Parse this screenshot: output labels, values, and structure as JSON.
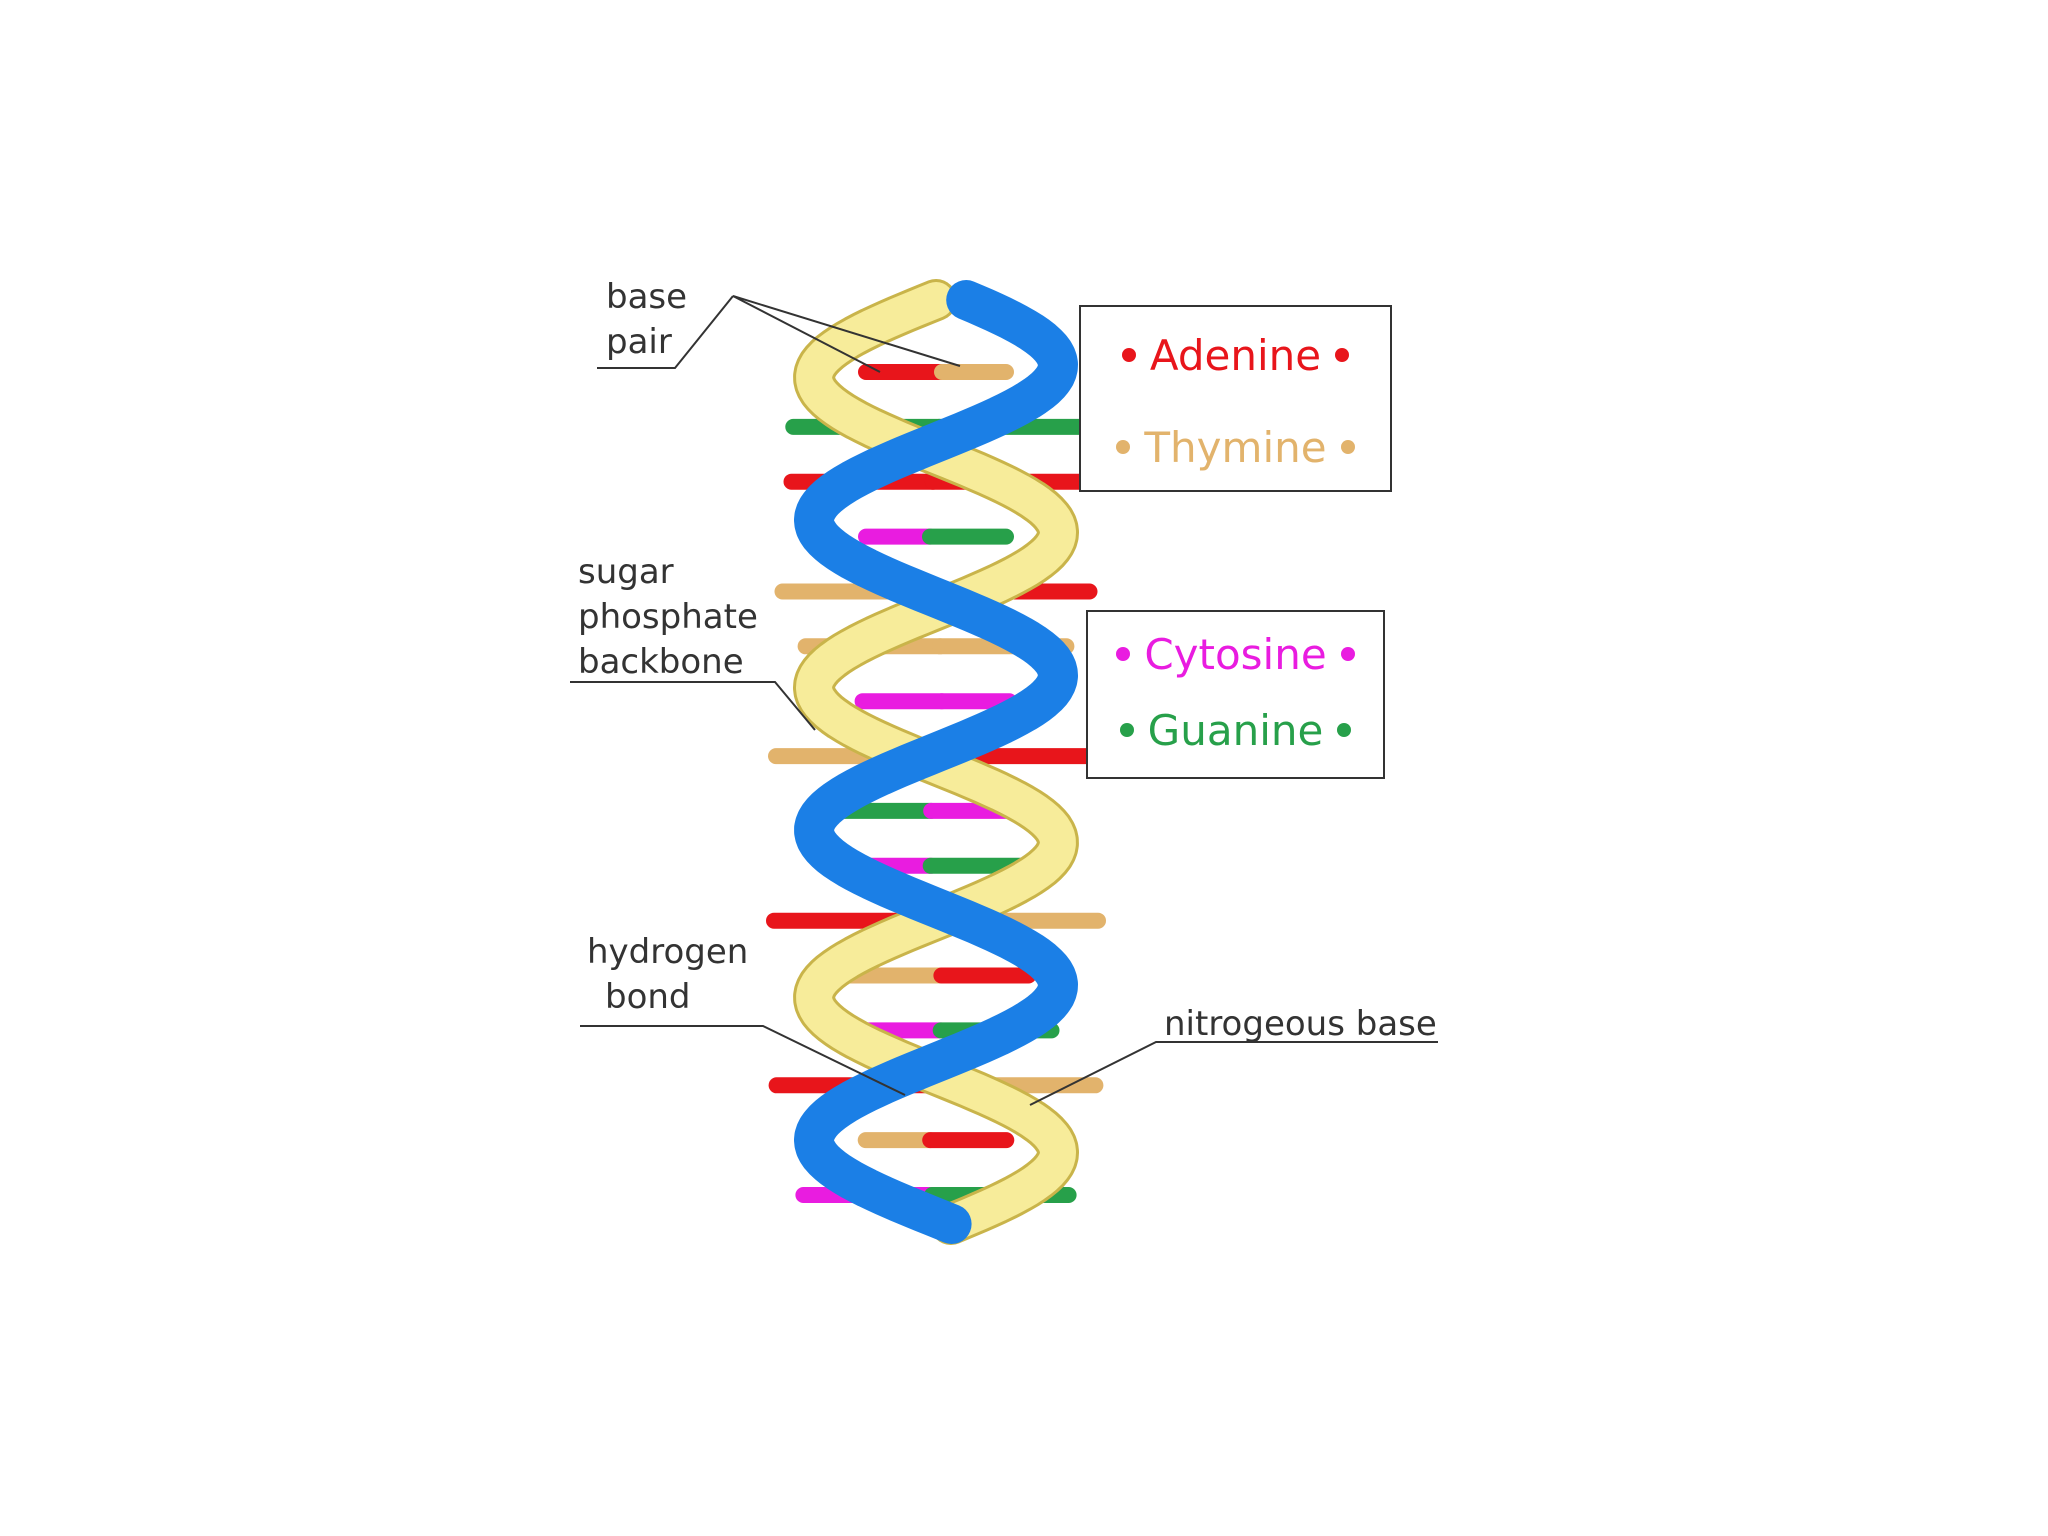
{
  "labels": {
    "base_pair": [
      "base",
      "pair"
    ],
    "sugar_phosphate_backbone": [
      "sugar",
      "phosphate",
      "backbone"
    ],
    "hydrogen_bond": [
      "hydrogen",
      "bond"
    ],
    "nitrogenous_base": "nitrogeous base"
  },
  "legend": {
    "box1": [
      {
        "name": "Adenine",
        "color": "#e8151b"
      },
      {
        "name": "Thymine",
        "color": "#e2b36c"
      }
    ],
    "box2": [
      {
        "name": "Cytosine",
        "color": "#e91ce0"
      },
      {
        "name": "Guanine",
        "color": "#27a04a"
      }
    ]
  },
  "colors": {
    "backbone_front": "#1b7fe6",
    "backbone_back": "#f7ec9a",
    "backbone_back_edge": "#c9b44a",
    "adenine": "#e8151b",
    "thymine": "#e2b36c",
    "cytosine": "#e91ce0",
    "guanine": "#27a04a",
    "line": "#333333"
  },
  "base_pairs": [
    [
      "adenine",
      "thymine"
    ],
    [
      "guanine",
      "guanine"
    ],
    [
      "adenine",
      "adenine"
    ],
    [
      "cytosine",
      "guanine"
    ],
    [
      "thymine",
      "adenine"
    ],
    [
      "thymine",
      "thymine"
    ],
    [
      "cytosine",
      "cytosine"
    ],
    [
      "thymine",
      "adenine"
    ],
    [
      "guanine",
      "cytosine"
    ],
    [
      "cytosine",
      "guanine"
    ],
    [
      "adenine",
      "thymine"
    ],
    [
      "thymine",
      "adenine"
    ],
    [
      "cytosine",
      "guanine"
    ],
    [
      "adenine",
      "thymine"
    ],
    [
      "thymine",
      "adenine"
    ],
    [
      "cytosine",
      "guanine"
    ]
  ]
}
